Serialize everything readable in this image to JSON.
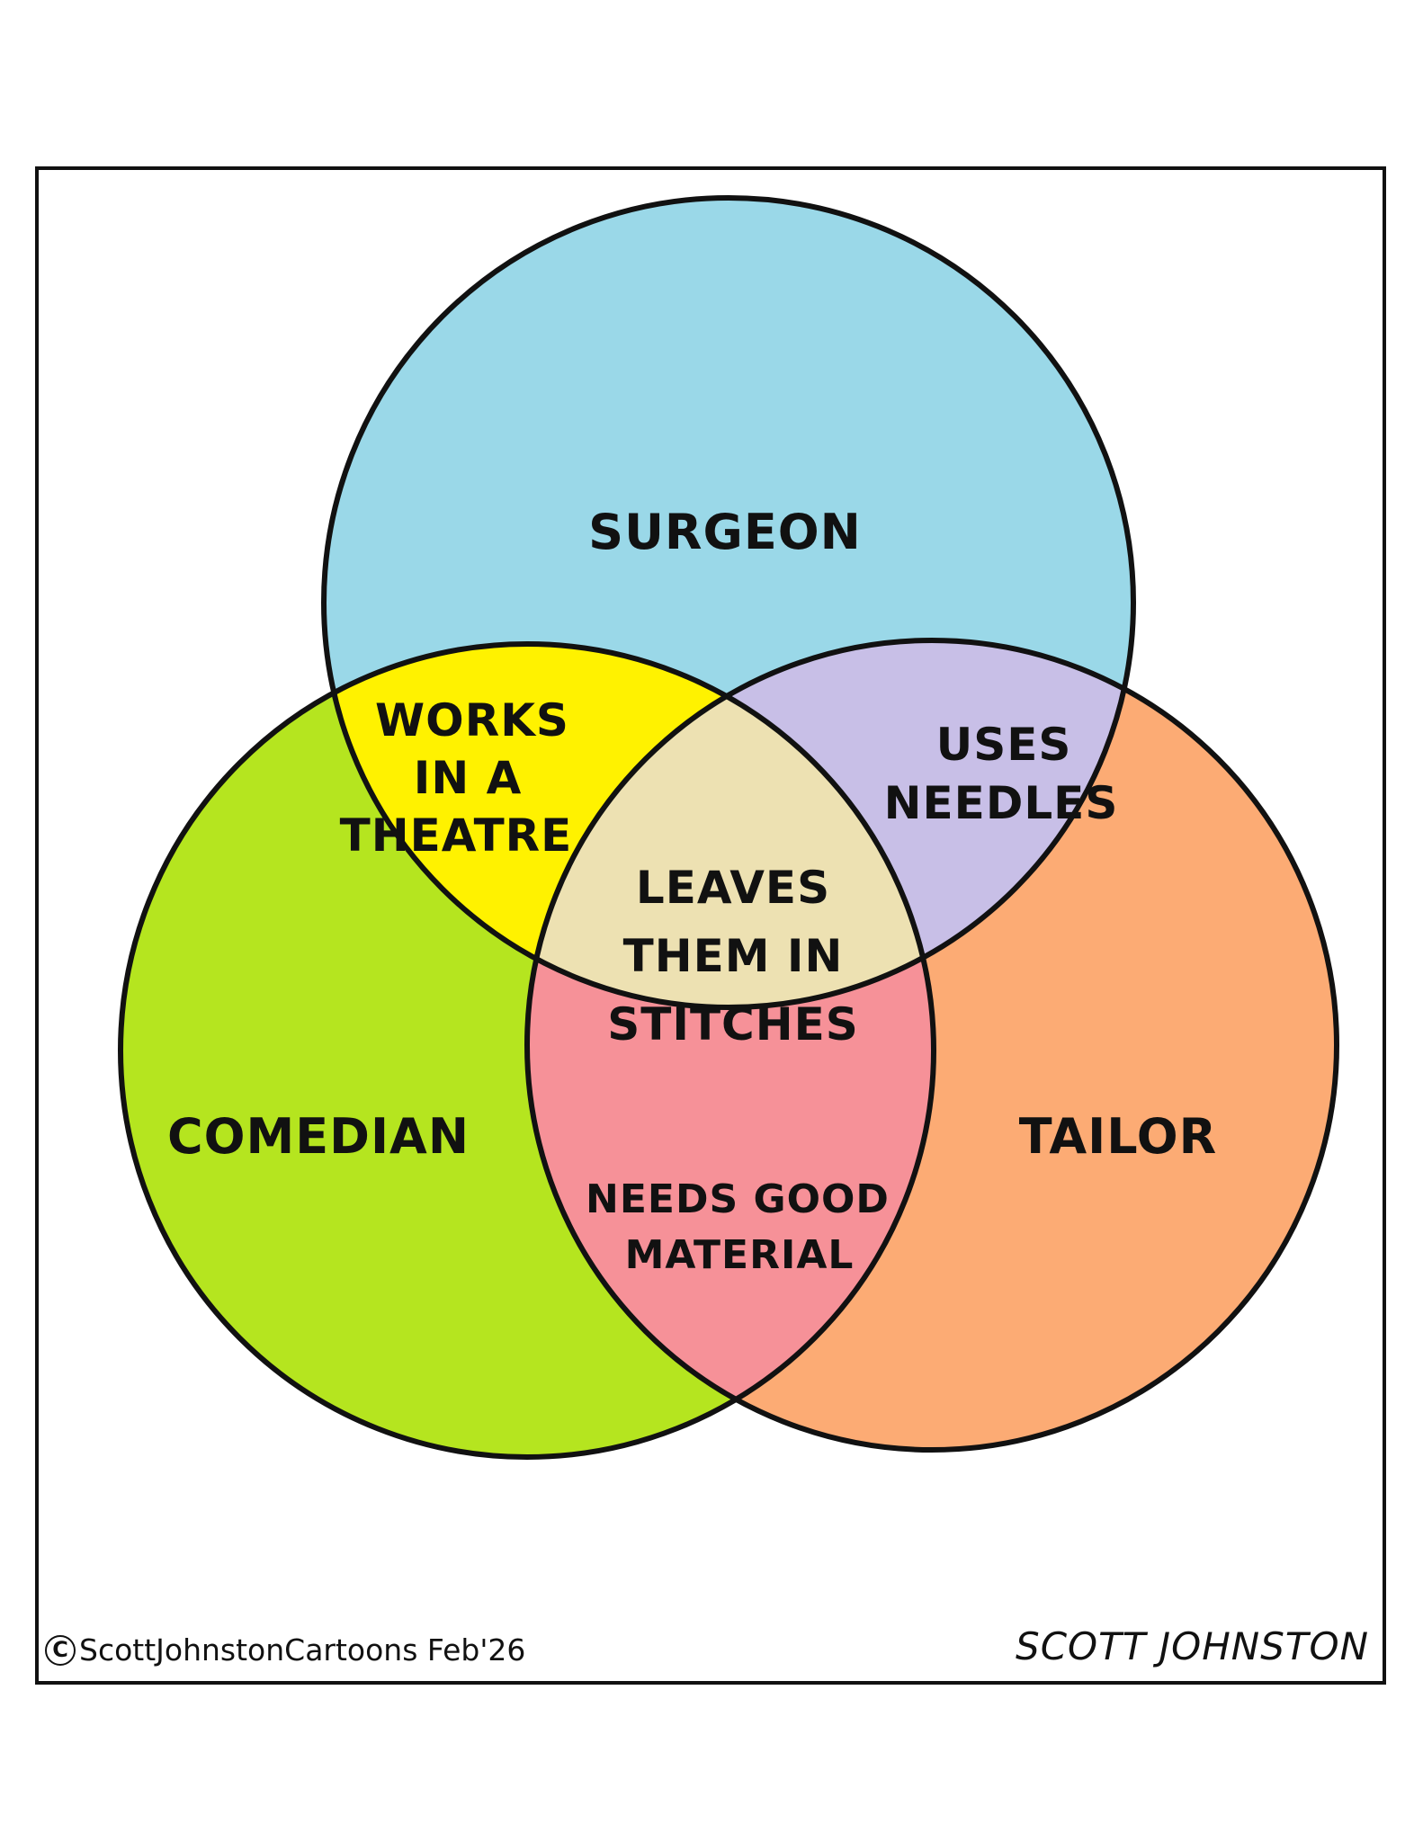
{
  "diagram": {
    "type": "venn-3",
    "circles": {
      "top": {
        "label": "SURGEON",
        "color": "#9ad8e8"
      },
      "left": {
        "label": "COMEDIAN",
        "color": "#b5e51f"
      },
      "right": {
        "label": "TAILOR",
        "color": "#fcab74"
      }
    },
    "overlaps": {
      "top_left": {
        "lines": [
          "WORKS",
          "IN A",
          "THEATRE"
        ],
        "color": "#fff200"
      },
      "top_right": {
        "lines": [
          "USES",
          "NEEDLES"
        ],
        "color": "#c8bfe7"
      },
      "left_right": {
        "lines": [
          "NEEDS GOOD",
          "MATERIAL"
        ],
        "color": "#f69198"
      },
      "center": {
        "lines": [
          "LEAVES",
          "THEM IN",
          "STITCHES"
        ],
        "color": "#ede1b2"
      }
    }
  },
  "footer": {
    "copyright_symbol": "C",
    "credit": "ScottJohnstonCartoons Feb'26",
    "signature": "SCOTT JOHNSTON"
  }
}
